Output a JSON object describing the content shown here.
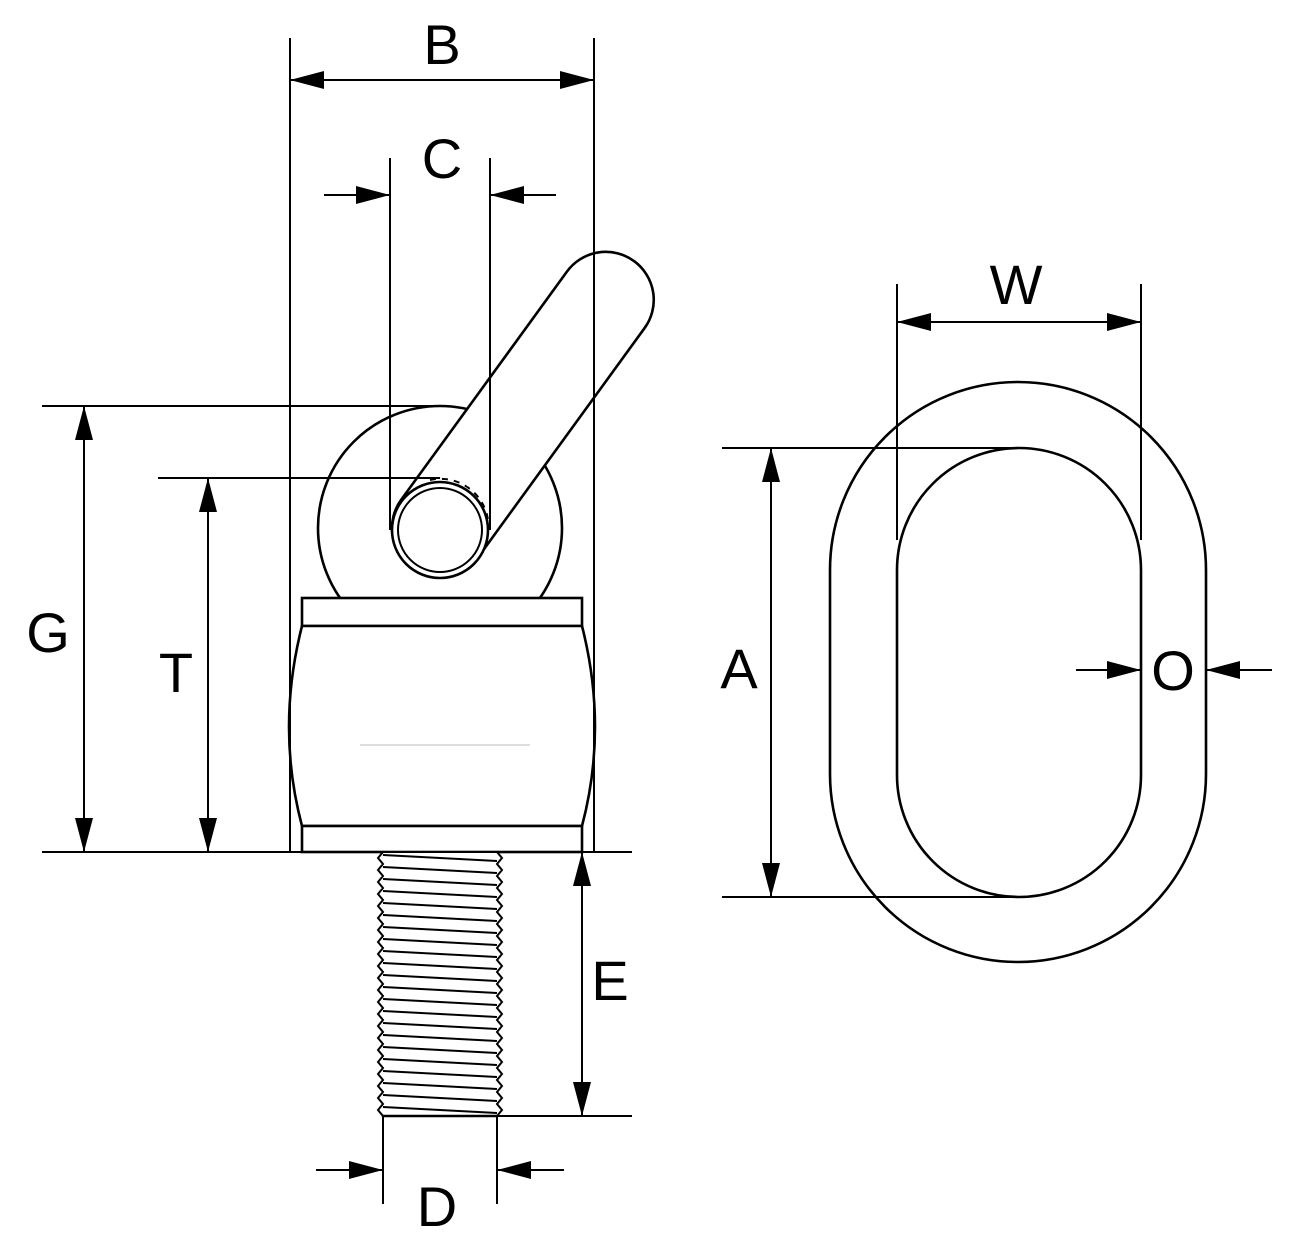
{
  "dimension_labels": {
    "B": "B",
    "C": "C",
    "G": "G",
    "T": "T",
    "E": "E",
    "D": "D",
    "W": "W",
    "A": "A",
    "O": "O"
  }
}
